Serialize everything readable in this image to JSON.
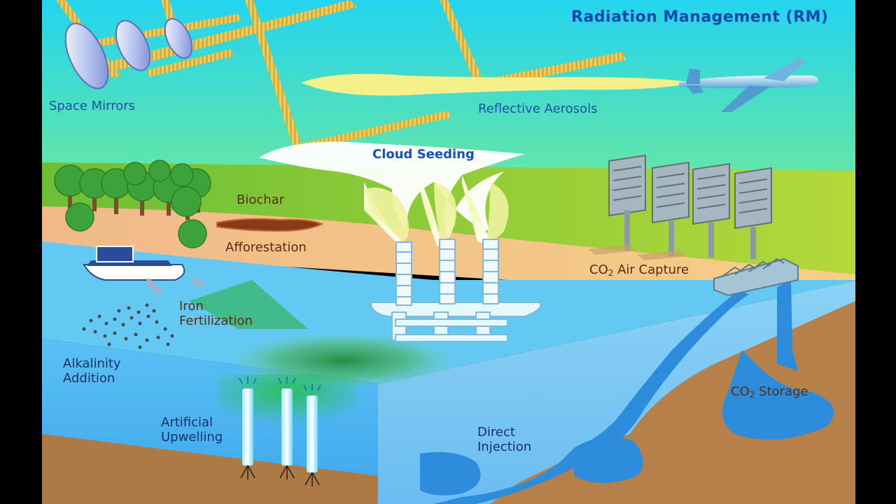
{
  "labels": {
    "title": "Radiation Management (RM)",
    "space_mirrors": "Space Mirrors",
    "reflective_aerosols": "Reflective Aerosols",
    "cloud_seeding": "Cloud Seeding",
    "biochar": "Biochar",
    "afforestation": "Afforestation",
    "co2_air_capture_prefix": "CO",
    "co2_air_capture_sub": "2",
    "co2_air_capture_suffix": " Air Capture",
    "iron_fertilization_line1": "Iron",
    "iron_fertilization_line2": "Fertilization",
    "alkalinity_addition_line1": "Alkalinity",
    "alkalinity_addition_line2": "Addition",
    "artificial_upwelling_line1": "Artificial",
    "artificial_upwelling_line2": "Upwelling",
    "direct_injection_line1": "Direct",
    "direct_injection_line2": "Injection",
    "co2_storage_prefix": "CO",
    "co2_storage_sub": "2",
    "co2_storage_suffix": " Storage"
  },
  "colors": {
    "sky_top": "#22d6ec",
    "sky_bottom": "#5fe6a8",
    "land": "#8cc93a",
    "beach": "#f2c08c",
    "ocean_surface": "#62c8f2",
    "ocean_front": "#4cb2f0",
    "ocean_side": "#7ec9f4",
    "seabed": "#b5804a",
    "title_blue": "#1446b0",
    "label_brown": "#5a2d10"
  }
}
